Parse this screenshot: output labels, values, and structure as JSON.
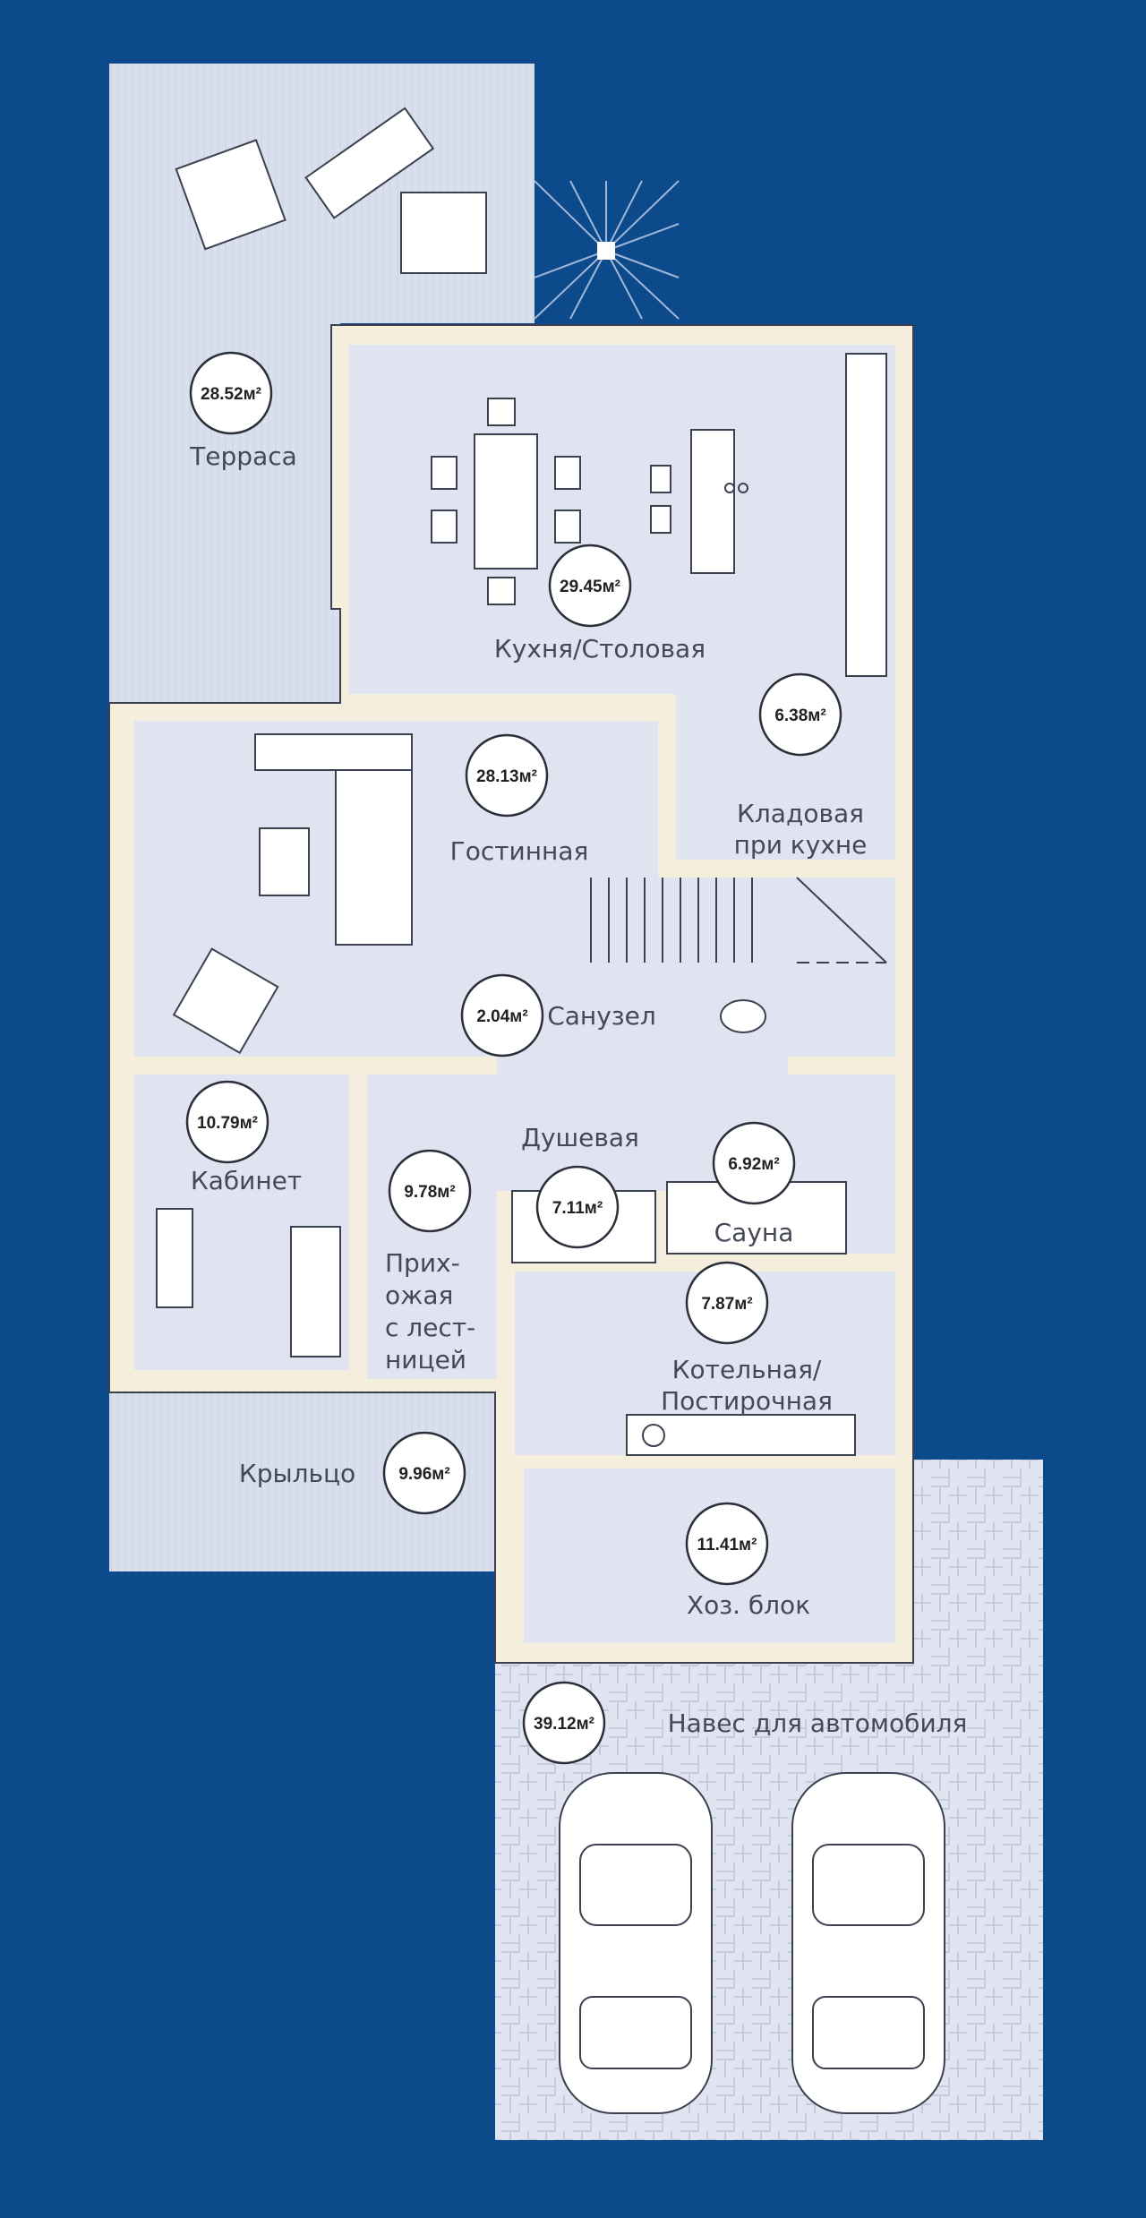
{
  "colors": {
    "background": "#0c4a8b",
    "floor": "#dfe4f0",
    "wall": "#f5eedc",
    "outline": "#3b4150"
  },
  "rooms": {
    "terrace": {
      "name": "Терраса",
      "area": "28.52м²"
    },
    "kitchen": {
      "name": "Кухня/Столовая",
      "area": "29.45м²"
    },
    "living": {
      "name": "Гостинная",
      "area": "28.13м²"
    },
    "pantry": {
      "name1": "Кладовая",
      "name2": "при кухне",
      "area": "6.38м²"
    },
    "wc": {
      "name": "Санузел",
      "area": "2.04м²"
    },
    "office": {
      "name": "Кабинет",
      "area": "10.79м²"
    },
    "shower": {
      "name": "Душевая",
      "area": "7.11м²"
    },
    "hall": {
      "name1": "Прих-",
      "name2": "ожая",
      "name3": "с лест-",
      "name4": "ницей",
      "area": "9.78м²"
    },
    "sauna": {
      "name": "Сауна",
      "area": "6.92м²"
    },
    "boiler": {
      "name1": "Котельная/",
      "name2": "Постирочная",
      "area": "7.87м²"
    },
    "porch": {
      "name": "Крыльцо",
      "area": "9.96м²"
    },
    "utility": {
      "name": "Хоз. блок",
      "area": "11.41м²"
    },
    "carport": {
      "name": "Навес для автомобиля",
      "area": "39.12м²"
    }
  }
}
